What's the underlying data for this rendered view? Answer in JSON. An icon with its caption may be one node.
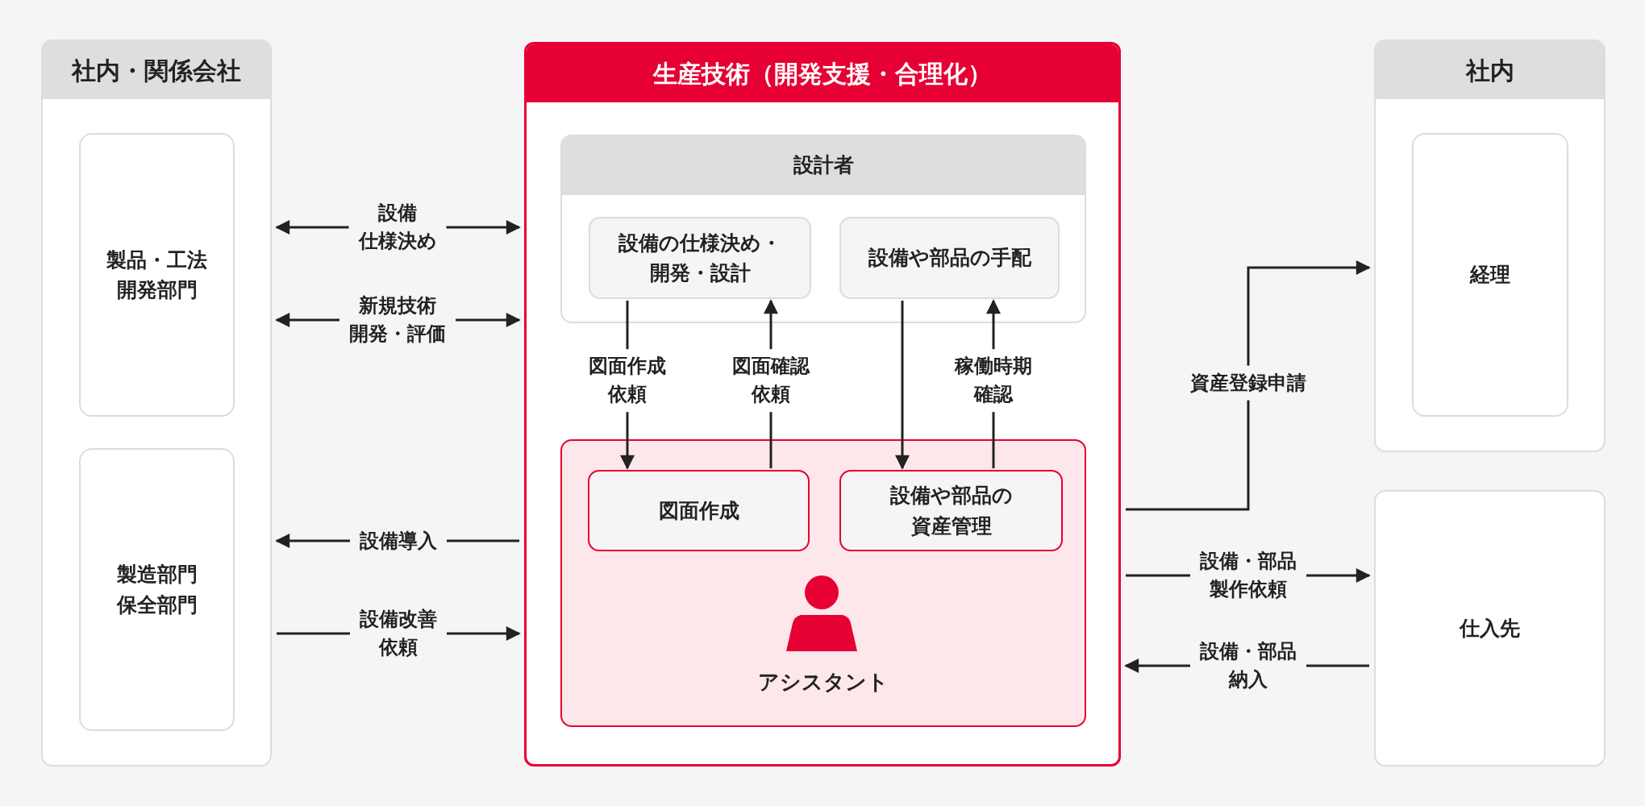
{
  "diagram": {
    "nodes": [
      {
        "text": [
          "社内・関係会社"
        ]
      },
      {
        "text": [
          "製品・工法開発部門"
        ],
        "in": 0
      },
      {
        "text": [
          "製造部門保全部門"
        ],
        "in": 0
      },
      {
        "text": [
          "生産技術（開発支援・合理化）"
        ]
      },
      {
        "text": [
          "設計者"
        ],
        "in": 3
      },
      {
        "text": [
          "設備の仕様決め・開発・設計"
        ],
        "in": 4
      },
      {
        "text": [
          "設備や部品の手配"
        ],
        "in": 4
      },
      {
        "text": [
          "アシスタント"
        ],
        "in": 3
      },
      {
        "text": [
          "図面作成"
        ],
        "in": 7
      },
      {
        "text": [
          "設備や部品の資産管理"
        ],
        "in": 7
      },
      {
        "text": [
          "社内"
        ]
      },
      {
        "text": [
          "経理"
        ],
        "in": 10
      },
      {
        "text": [
          "仕入先"
        ]
      }
    ],
    "edges": [
      {
        "from": 0,
        "to": 3,
        "arrow": "both",
        "label": "設備仕様決め"
      },
      {
        "from": 0,
        "to": 3,
        "arrow": "both",
        "label": "新規技術開発・評価"
      },
      {
        "from": 3,
        "to": 0,
        "arrow": "to",
        "label": "設備導入"
      },
      {
        "from": 0,
        "to": 3,
        "arrow": "to",
        "label": "設備改善依頼"
      },
      {
        "from": 5,
        "to": 8,
        "arrow": "to",
        "label": "図面作成依頼"
      },
      {
        "from": 8,
        "to": 5,
        "arrow": "to",
        "label": "図面確認依頼"
      },
      {
        "from": 6,
        "to": 9,
        "arrow": "to"
      },
      {
        "from": 9,
        "to": 6,
        "arrow": "to",
        "label": "稼働時期確認"
      },
      {
        "from": 3,
        "to": 10,
        "arrow": "to",
        "label": "資産登録申請"
      },
      {
        "from": 3,
        "to": 12,
        "arrow": "to",
        "label": "設備・部品製作依頼"
      },
      {
        "from": 12,
        "to": 3,
        "arrow": "to",
        "label": "設備・部品納入"
      }
    ]
  }
}
